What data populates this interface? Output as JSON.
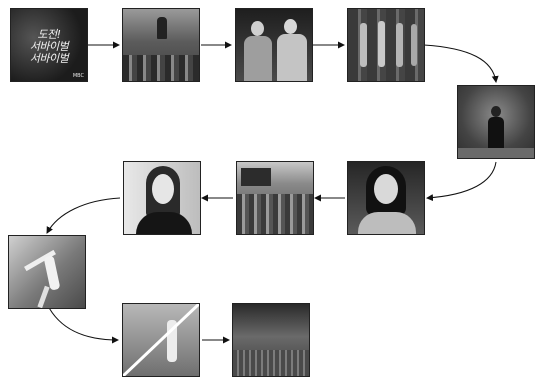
{
  "diagram": {
    "frames": [
      {
        "id": 1,
        "scene": "title-card",
        "text_lines": [
          "도전!",
          "서바이벌",
          "서바이벌"
        ],
        "caption": "MBC"
      },
      {
        "id": 2,
        "scene": "stage-crowd"
      },
      {
        "id": 3,
        "scene": "two-men-saluting"
      },
      {
        "id": 4,
        "scene": "dancers-lineup"
      },
      {
        "id": 5,
        "scene": "single-performer-stage"
      },
      {
        "id": 6,
        "scene": "woman-closeup"
      },
      {
        "id": 7,
        "scene": "crowd-wide"
      },
      {
        "id": 8,
        "scene": "woman-portrait"
      },
      {
        "id": 9,
        "scene": "gymnast-pose"
      },
      {
        "id": 10,
        "scene": "gymnast-crossed-out",
        "crossed_out": true
      },
      {
        "id": 11,
        "scene": "arena-wide"
      }
    ],
    "flow": [
      [
        1,
        2
      ],
      [
        2,
        3
      ],
      [
        3,
        4
      ],
      [
        4,
        5
      ],
      [
        5,
        6
      ],
      [
        6,
        7
      ],
      [
        7,
        8
      ],
      [
        8,
        9
      ],
      [
        9,
        10
      ],
      [
        10,
        11
      ]
    ]
  }
}
